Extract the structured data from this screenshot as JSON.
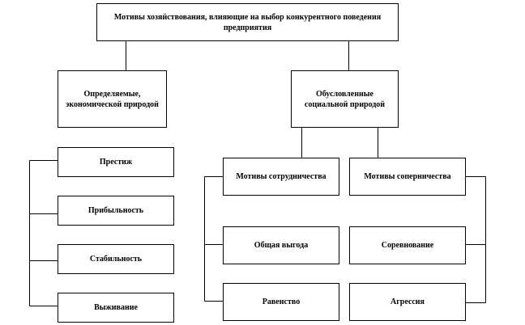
{
  "diagram": {
    "root": {
      "label": "Мотивы хозяйствования, влияющие на выбор конкурентного поведения предприятия"
    },
    "economic": {
      "label": "Определяемые, экономической природой",
      "children": [
        {
          "label": "Престиж"
        },
        {
          "label": "Прибыльность"
        },
        {
          "label": "Стабильность"
        },
        {
          "label": "Выживание"
        }
      ]
    },
    "social": {
      "label": "Обусловленные социальной природой",
      "cooperation": {
        "label": "Мотивы сотрудничества",
        "children": [
          {
            "label": "Общая выгода"
          },
          {
            "label": "Равенство"
          }
        ]
      },
      "competition": {
        "label": "Мотивы соперничества",
        "children": [
          {
            "label": "Соревнование"
          },
          {
            "label": "Агрессия"
          }
        ]
      }
    }
  }
}
